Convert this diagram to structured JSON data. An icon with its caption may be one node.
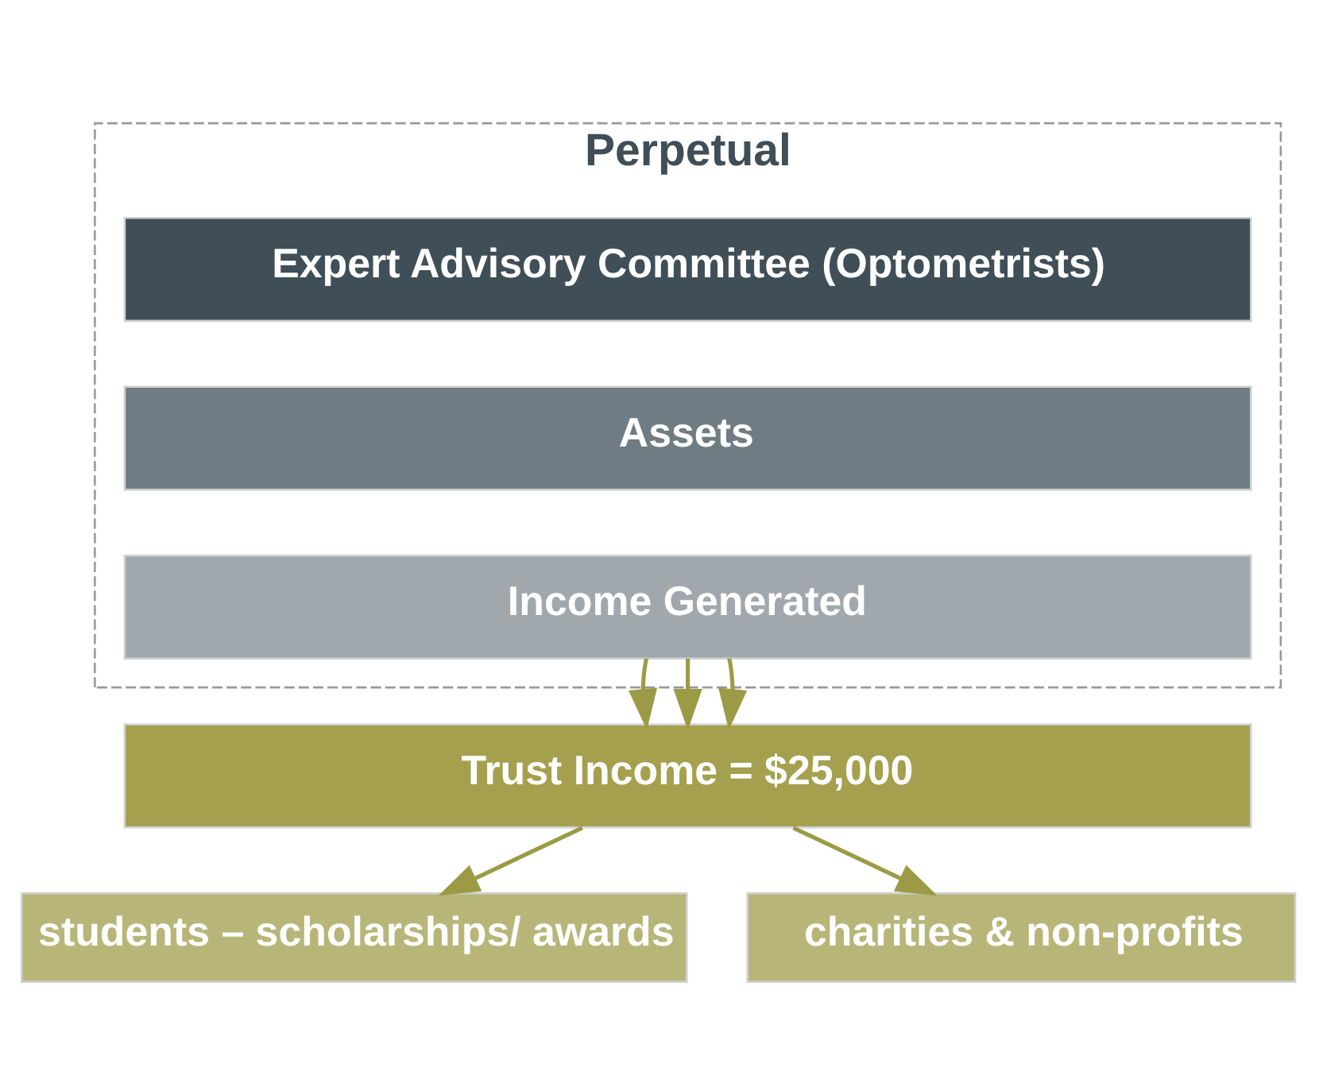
{
  "diagram": {
    "nodes": [
      {
        "text": [
          "Perpetual"
        ]
      },
      {
        "text": [
          "Expert Advisory Committee (Optometrists)"
        ],
        "in": 0
      },
      {
        "text": [
          "Assets"
        ],
        "in": 0
      },
      {
        "text": [
          "Income Generated"
        ],
        "in": 0
      },
      {
        "text": [
          "Trust Income = $25,000"
        ]
      },
      {
        "text": [
          "students – scholarships/ awards"
        ]
      },
      {
        "text": [
          "charities & non-profits"
        ]
      }
    ],
    "edges": [
      {
        "from": 3,
        "to": 4,
        "arrow": "to"
      },
      {
        "from": 3,
        "to": 4,
        "arrow": "to"
      },
      {
        "from": 3,
        "to": 4,
        "arrow": "to"
      },
      {
        "from": 4,
        "to": 5,
        "arrow": "to"
      },
      {
        "from": 4,
        "to": 6,
        "arrow": "to"
      }
    ]
  }
}
